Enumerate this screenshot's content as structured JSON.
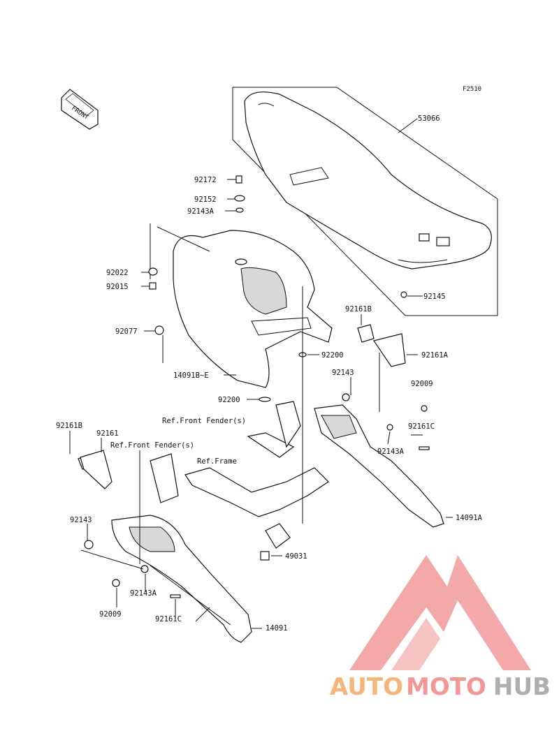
{
  "diagram": {
    "figure_code": "F2510",
    "front_indicator": "FRONT",
    "parts": [
      {
        "id": "53066"
      },
      {
        "id": "92145"
      },
      {
        "id": "92172"
      },
      {
        "id": "92152"
      },
      {
        "id": "92143A"
      },
      {
        "id": "92022"
      },
      {
        "id": "92015"
      },
      {
        "id": "92077"
      },
      {
        "id": "14091B~E"
      },
      {
        "id": "92200"
      },
      {
        "id": "92200"
      },
      {
        "id": "92161B"
      },
      {
        "id": "92161A"
      },
      {
        "id": "92143"
      },
      {
        "id": "92009"
      },
      {
        "id": "92161C"
      },
      {
        "id": "92143A"
      },
      {
        "id": "14091A"
      },
      {
        "id": "92161B"
      },
      {
        "id": "92161"
      },
      {
        "id": "92143"
      },
      {
        "id": "49031"
      },
      {
        "id": "92143A"
      },
      {
        "id": "92009"
      },
      {
        "id": "92161C"
      },
      {
        "id": "14091"
      }
    ],
    "references": [
      "Ref.Front Fender(s)",
      "Ref.Front Fender(s)",
      "Ref.Frame"
    ]
  },
  "watermark": {
    "part1": "AUTO",
    "part2": "MOTO",
    "part3": "HUB",
    "color_orange": "#f5a25a",
    "color_red": "#ef7d7d",
    "color_gray": "#9a9a9a"
  }
}
